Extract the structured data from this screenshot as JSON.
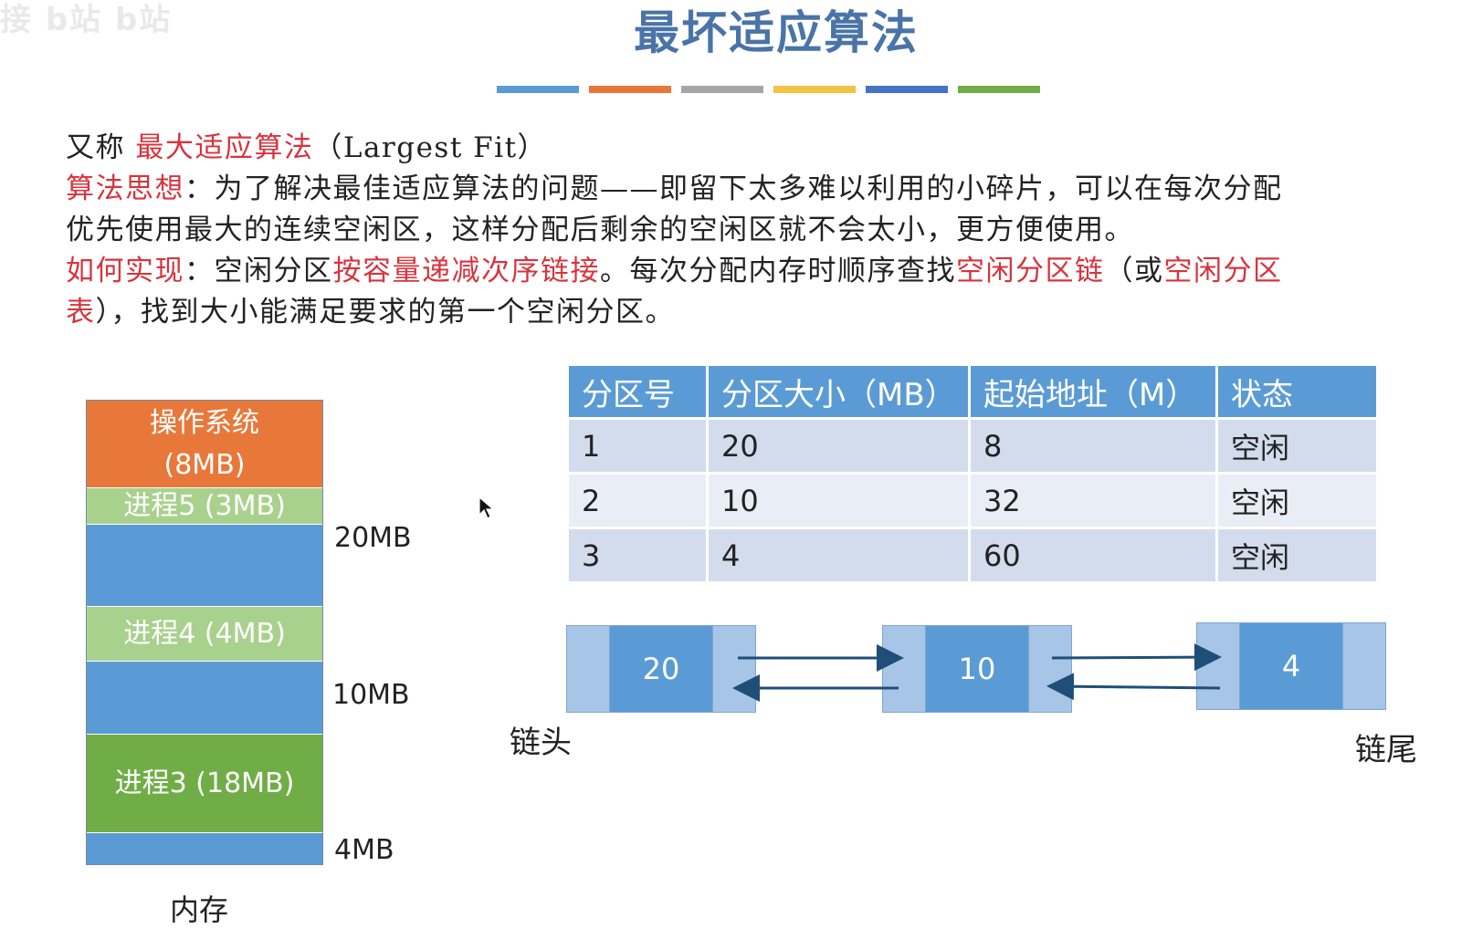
{
  "watermark": "接 b站 b站",
  "title": "最坏适应算法",
  "stripes": [
    "#5b9bd5",
    "#e8783a",
    "#a5a5a5",
    "#f5c242",
    "#4472c4",
    "#70ad47"
  ],
  "intro": {
    "line1_prefix": "又称 ",
    "line1_red": "最大适应算法",
    "line1_suffix": "（Largest Fit）",
    "line2_red": "算法思想",
    "line2_text": "：为了解决最佳适应算法的问题——即留下太多难以利用的小碎片，可以在每次分配",
    "line3_text": "优先使用最大的连续空闲区，这样分配后剩余的空闲区就不会太小，更方便使用。",
    "line4_red1": "如何实现",
    "line4_text1": "：空闲分区",
    "line4_red2": "按容量递减次序链接",
    "line4_text2": "。每次分配内存时顺序查找",
    "line4_red3": "空闲分区链",
    "line4_text3": "（或",
    "line4_red4": "空闲分区",
    "line5_red": "表",
    "line5_text": "），找到大小能满足要求的第一个空闲分区。"
  },
  "memory": {
    "os_line1": "操作系统",
    "os_line2": "(8MB)",
    "p5": "进程5 (3MB)",
    "p4": "进程4 (4MB)",
    "p3": "进程3 (18MB)",
    "free1_size": "20MB",
    "free2_size": "10MB",
    "free3_size": "4MB",
    "caption": "内存"
  },
  "table": {
    "headers": [
      "分区号",
      "分区大小（MB）",
      "起始地址（M）",
      "状态"
    ],
    "rows": [
      [
        "1",
        "20",
        "8",
        "空闲"
      ],
      [
        "2",
        "10",
        "32",
        "空闲"
      ],
      [
        "3",
        "4",
        "60",
        "空闲"
      ]
    ]
  },
  "chain": {
    "nodes": [
      "20",
      "10",
      "4"
    ],
    "head_label": "链头",
    "tail_label": "链尾"
  }
}
